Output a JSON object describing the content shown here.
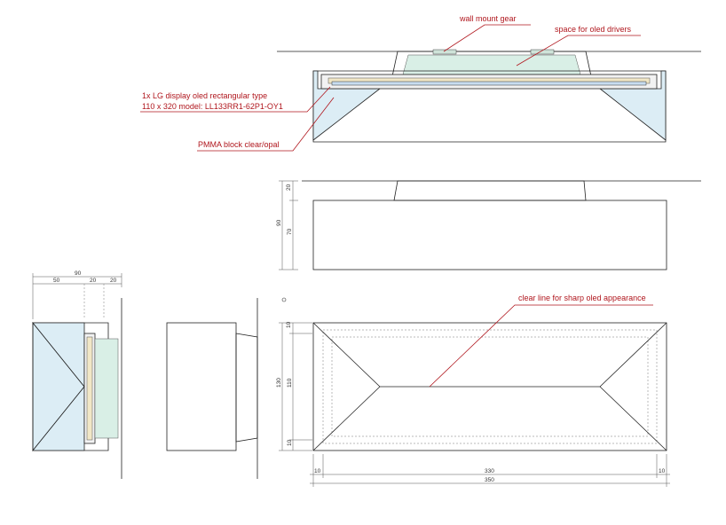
{
  "callouts": {
    "wall_mount": "wall mount gear",
    "oled_drivers": "space for oled drivers",
    "display_line1": "1x LG display oled rectangular type",
    "display_line2": "110 x 320 model: LL133RR1-62P1-OY1",
    "pmma": "PMMA block clear/opal",
    "clear_line": "clear line for sharp oled appearance"
  },
  "dimensions": {
    "side_total": "90",
    "side_a": "50",
    "side_b": "20",
    "side_c": "20",
    "elev_top": "20",
    "elev_total": "90",
    "elev_block": "70",
    "front_top": "10",
    "front_total": "130",
    "front_mid": "110",
    "front_bottom": "10",
    "bottom_left": "10",
    "bottom_mid": "330",
    "bottom_right": "10",
    "bottom_total": "350"
  },
  "colors": {
    "callout": "#b0161d",
    "pmma": "#dcedf5",
    "glass": "#d9efe6"
  }
}
